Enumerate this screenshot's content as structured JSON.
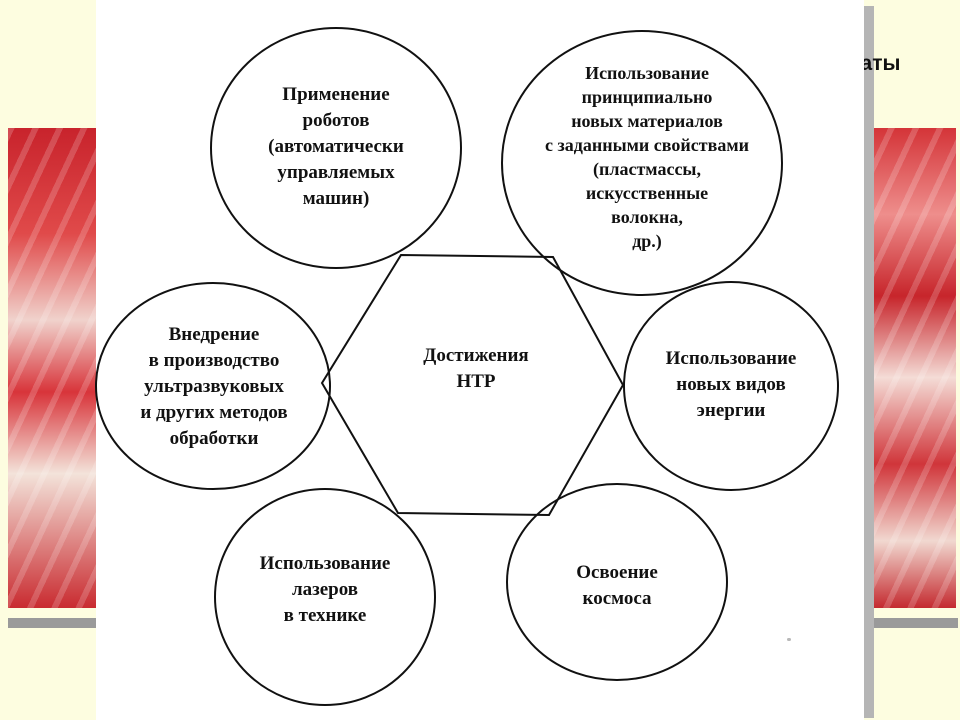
{
  "header": {
    "title_fragment": "каты"
  },
  "diagram": {
    "center": {
      "lines": [
        "Достижения",
        "НТР"
      ]
    },
    "nodes": [
      {
        "id": "robots",
        "lines": [
          "Применение",
          "роботов",
          "(автоматически",
          "управляемых",
          "машин)"
        ]
      },
      {
        "id": "materials",
        "lines": [
          "Использование",
          "принципиально",
          "новых материалов",
          "с заданными свойствами",
          "(пластмассы,",
          "искусственные",
          "волокна,",
          "др.)"
        ]
      },
      {
        "id": "energy",
        "lines": [
          "Использование",
          "новых видов",
          "энергии"
        ]
      },
      {
        "id": "space",
        "lines": [
          "Освоение",
          "космоса"
        ]
      },
      {
        "id": "lasers",
        "lines": [
          "Использование",
          "лазеров",
          "в технике"
        ]
      },
      {
        "id": "ultrasound",
        "lines": [
          "Внедрение",
          "в производство",
          "ультразвуковых",
          "и других методов",
          "обработки"
        ]
      }
    ]
  },
  "colors": {
    "background": "#fdfde0",
    "paper": "#ffffff",
    "ink": "#111111",
    "poster_red": "#c8232c",
    "frame_gray": "#9a9a9a"
  }
}
